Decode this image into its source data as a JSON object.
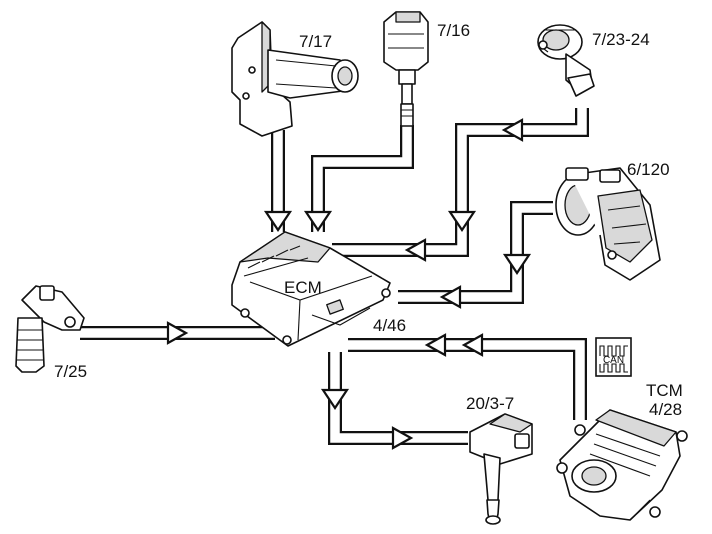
{
  "labels": {
    "ecm": "ECM",
    "ecm_code": "4/46",
    "maf_sensor": "7/17",
    "temp_sensor": "7/16",
    "pressure_sensor": "7/23-24",
    "throttle_unit": "6/120",
    "cam_sensor": "7/25",
    "ignition_coil": "20/3-7",
    "tcm_title": "TCM",
    "tcm_code": "4/28",
    "can_bus": "CAN"
  },
  "colors": {
    "line": "#111111",
    "shade": "#d9d9d9",
    "background": "#ffffff"
  }
}
